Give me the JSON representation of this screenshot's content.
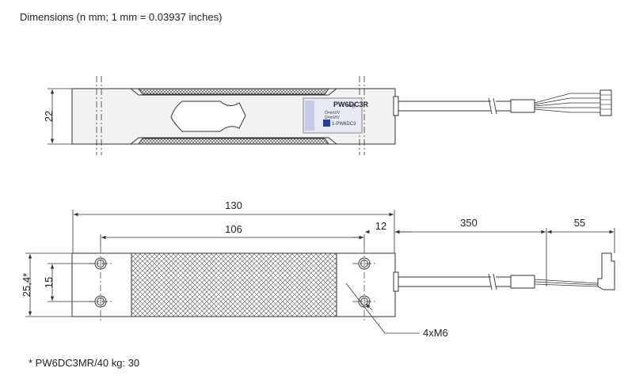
{
  "heading": "Dimensions (n mm; 1 mm = 0.03937 inches)",
  "footnote": "* PW6DC3MR/40 kg: 30",
  "dimensions": {
    "height_side": "22",
    "total_length": "130",
    "hole_spacing": "106",
    "end_offset": "12",
    "cable_length": "350",
    "lead_length": "55",
    "width": "25,4*",
    "hole_pitch": "15",
    "thread": "4xM6"
  },
  "label": {
    "model": "PW6DC3R",
    "model_suffix": "/kg",
    "code": "1-PW6DC3",
    "lines": [
      "Ö=mV/V  ",
      "Ü=mV/V  "
    ]
  },
  "colors": {
    "line": "#333333",
    "body_fill": "#f2f2f2",
    "label_fill": "#e8eaf2",
    "qr": "#2a3f9d"
  }
}
